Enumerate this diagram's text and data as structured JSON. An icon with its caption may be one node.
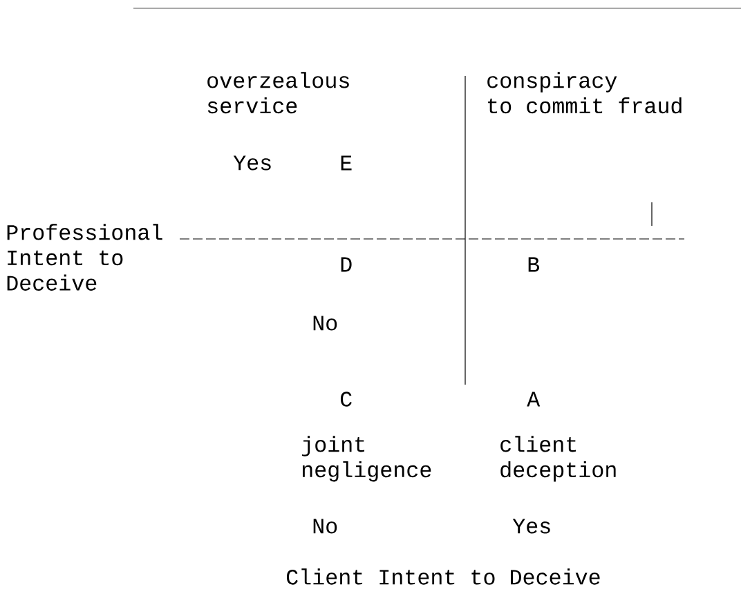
{
  "diagram": {
    "labels": [
      "overzealous service",
      "conspiracy to commit fraud",
      "Yes",
      "E",
      "Professional Intent to Deceive",
      "D",
      "B",
      "No",
      "C",
      "A",
      "joint negligence",
      "client deception",
      "No",
      "Yes",
      "Client Intent to Deceive"
    ]
  }
}
